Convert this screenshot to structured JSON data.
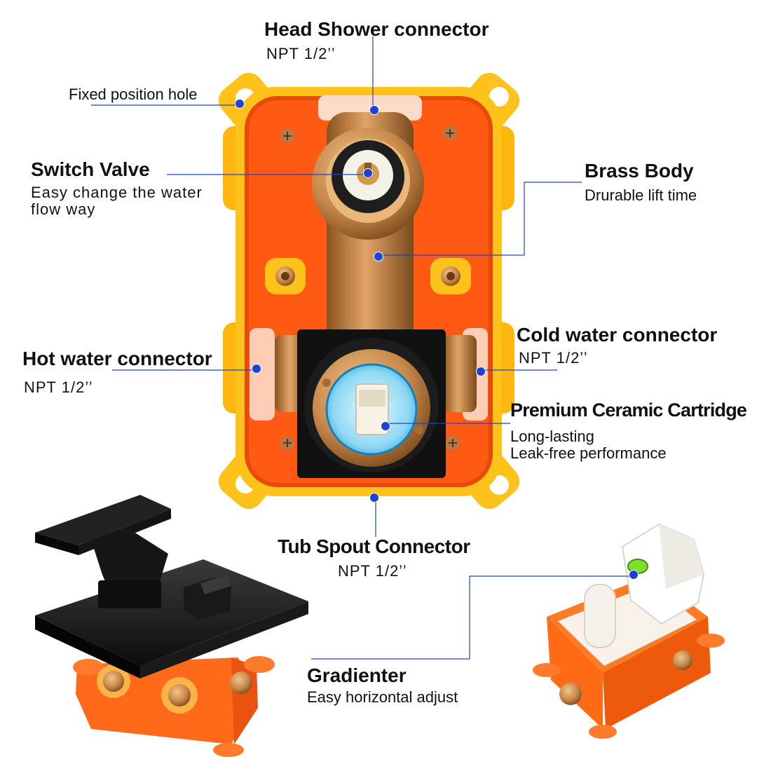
{
  "labels": {
    "head_shower": {
      "title": "Head Shower connector",
      "sub": "NPT  1/2’’"
    },
    "fixed_hole": {
      "title": "Fixed position hole"
    },
    "switch_valve": {
      "title": "Switch Valve",
      "sub1": "Easy change the water",
      "sub2": "flow way"
    },
    "brass_body": {
      "title": "Brass Body",
      "sub": "Drurable lift time"
    },
    "cold_water": {
      "title": "Cold water connector",
      "sub": "NPT  1/2’’"
    },
    "hot_water": {
      "title": "Hot water connector",
      "sub": "NPT  1/2’’"
    },
    "cartridge": {
      "title": "Premium Ceramic Cartridge",
      "sub1": "Long-lasting",
      "sub2": "Leak-free performance"
    },
    "tub_spout": {
      "title": "Tub Spout Connector",
      "sub": "NPT  1/2’’"
    },
    "gradienter": {
      "title": "Gradienter",
      "sub": "Easy horizontal adjust"
    }
  },
  "colors": {
    "callout_line": "#1d43d6",
    "box_orange": "#ff5a14",
    "box_yellow": "#ffc21a",
    "brass": "#c8884a",
    "black_finish": "#141414"
  }
}
